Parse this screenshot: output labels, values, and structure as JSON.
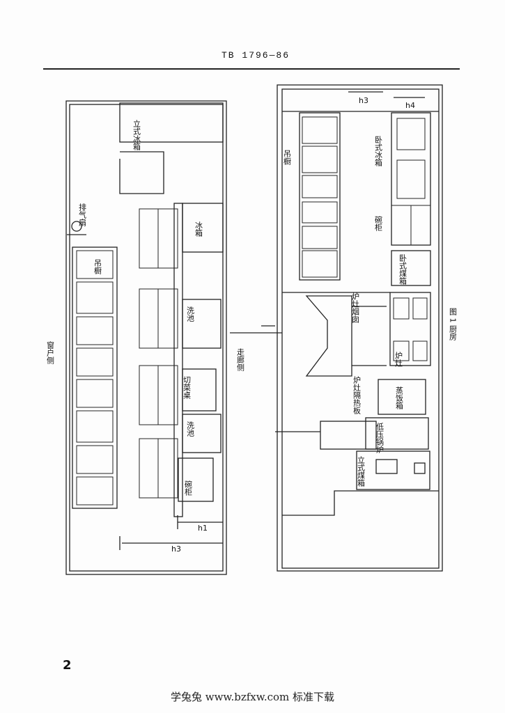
{
  "header": {
    "code": "TB  1796—86"
  },
  "page_number": "2",
  "footer": {
    "text": "学兔兔    www.bzfxw.com   标准下载"
  },
  "drawing": {
    "left": {
      "vertical_fridge": "立式冰箱",
      "exhaust_fan": "排气扇",
      "hanging_cabinet": "吊橱",
      "fridge": "冰箱",
      "sink_1": "洗池",
      "cutting_table": "切菜桌",
      "sink_2": "洗池",
      "cupboard": "碗柜",
      "dim_h1": "h1",
      "dim_h3": "h3",
      "window_side": "窗户侧",
      "corridor_side": "走廊侧"
    },
    "right": {
      "dim_h3": "h3",
      "dim_h4": "h4",
      "hanging_cabinet": "吊橱",
      "horizontal_fridge": "卧式冰箱",
      "cupboard": "碗柜",
      "horizontal_coal_box": "卧式煤箱",
      "stove_hood": "炉灶烟囱",
      "stove": "炉灶",
      "stove_insulation": "炉灶隔热板",
      "steamer": "蒸饭箱",
      "boiler": "低压锅炉",
      "vertical_coal_box": "立式煤箱",
      "figure_caption": "图 1  厨房"
    }
  }
}
